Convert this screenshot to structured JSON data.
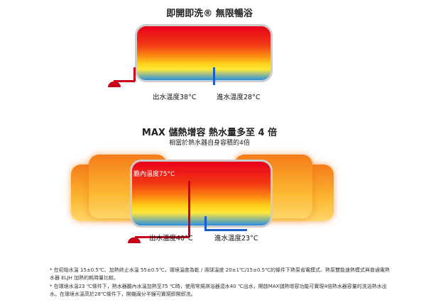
{
  "section1": {
    "title": "即開即洗® 無限暢浴",
    "outlet_label": "出水溫度38°C",
    "inlet_label": "進水溫度28°C"
  },
  "section2": {
    "title": "MAX 儲熱增容 熱水量多至 4 倍",
    "subtitle": "相當於熱水器自身容積的4倍",
    "tank_label": "膽內溫度75°C",
    "outlet_label": "出水溫度40°C",
    "inlet_label": "進水溫度23°C"
  },
  "notes": [
    "* 在初始水溫 15±0.5℃、加熱終止水溫 55±0.5℃，環境溫度為乾 / 濕球溫度 20±1℃/15±0.5℃的條件下熱泵省電模式、熱泵雙能速熱模式與普通電熱水器 ELJH 加熱的耗時量比較。",
    "* 在環境水溫23 ℃條件下，熱水器膽內水溫加熱至75 ℃時，使用常規淋浴器混水40 ℃出水，開啟MAX儲熱增容功能可實現4倍熱水器容量的洗浴熱水出水。在環境水溫高於28℃條件下，開機兩分半鐘可實現即開即洗。"
  ]
}
